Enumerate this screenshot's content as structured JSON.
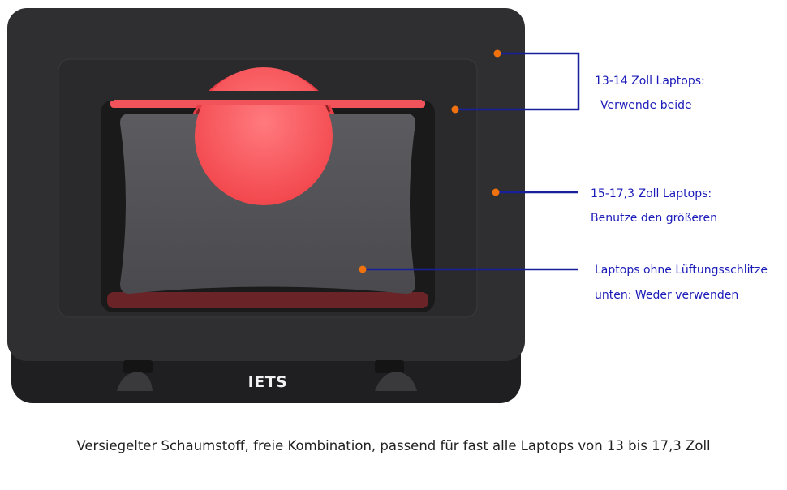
{
  "brand": "IETS",
  "colors": {
    "foam": "#2f2f31",
    "base": "#1f1f21",
    "fan": "#ff5a5f",
    "dot": "#f0720e",
    "line": "#17209a",
    "label": "#1a1ab8"
  },
  "annotations": [
    {
      "id": "a1",
      "lines": [
        "13-14 Zoll Laptops:",
        "Verwende beide"
      ]
    },
    {
      "id": "a2",
      "lines": [
        "15-17,3 Zoll Laptops:",
        "Benutze den größeren"
      ]
    },
    {
      "id": "a3",
      "lines": [
        "Laptops ohne Lüftungsschlitze",
        "unten: Weder verwenden"
      ]
    }
  ],
  "caption": "Versiegelter Schaumstoff, freie Kombination, passend für fast alle Laptops von 13 bis 17,3 Zoll"
}
